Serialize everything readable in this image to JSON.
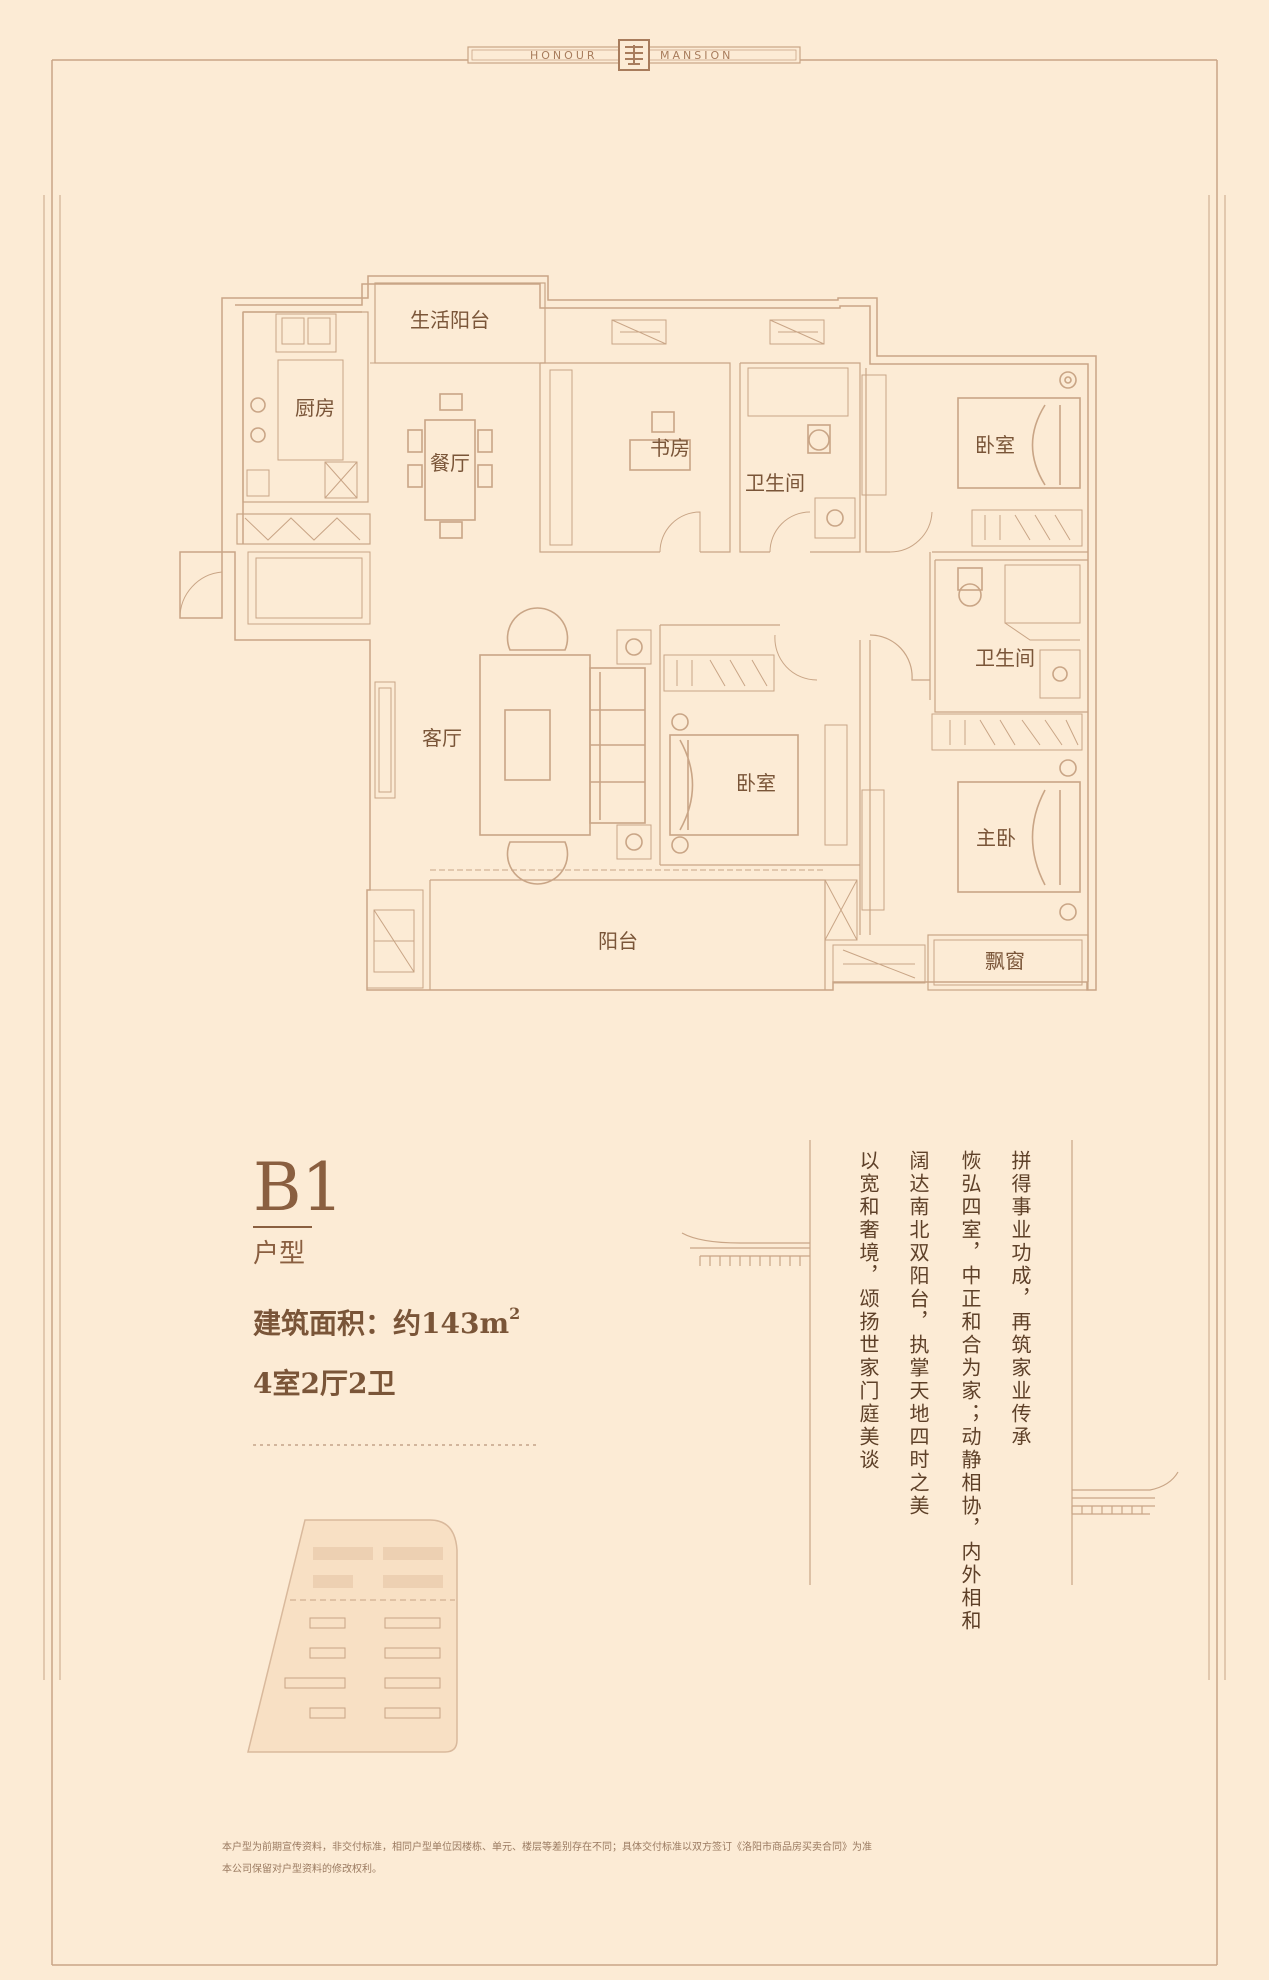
{
  "header": {
    "left": "HONOUR",
    "right": "MANSION"
  },
  "rooms": {
    "balcony_service": "生活阳台",
    "kitchen": "厨房",
    "dining": "餐厅",
    "study": "书房",
    "bathroom_1": "卫生间",
    "bedroom_1": "卧室",
    "bathroom_2": "卫生间",
    "living": "客厅",
    "bedroom_2": "卧室",
    "master_bedroom": "主卧",
    "balcony_main": "阳台",
    "bay_window": "飘窗"
  },
  "unit": {
    "code": "B1",
    "label": "户型",
    "area": "建筑面积：约143m",
    "area_sup": "2",
    "layout": "4室2厅2卫"
  },
  "poem": {
    "columns": [
      "拼得事业功成，再筑家业传承",
      "恢弘四室，中正和合为家；动静相协，内外相和",
      "阔达南北双阳台，执掌天地四时之美",
      "以宽和奢境，颂扬世家门庭美谈"
    ]
  },
  "disclaimer": {
    "line1": "本户型为前期宣传资料，非交付标准，相同户型单位因楼栋、单元、楼层等差别存在不同；具体交付标准以双方签订《洛阳市商品房买卖合同》为准",
    "line2": "本公司保留对户型资料的修改权利。"
  },
  "colors": {
    "background": "#fcebd5",
    "line": "#c9a586",
    "text": "#7a5538"
  }
}
